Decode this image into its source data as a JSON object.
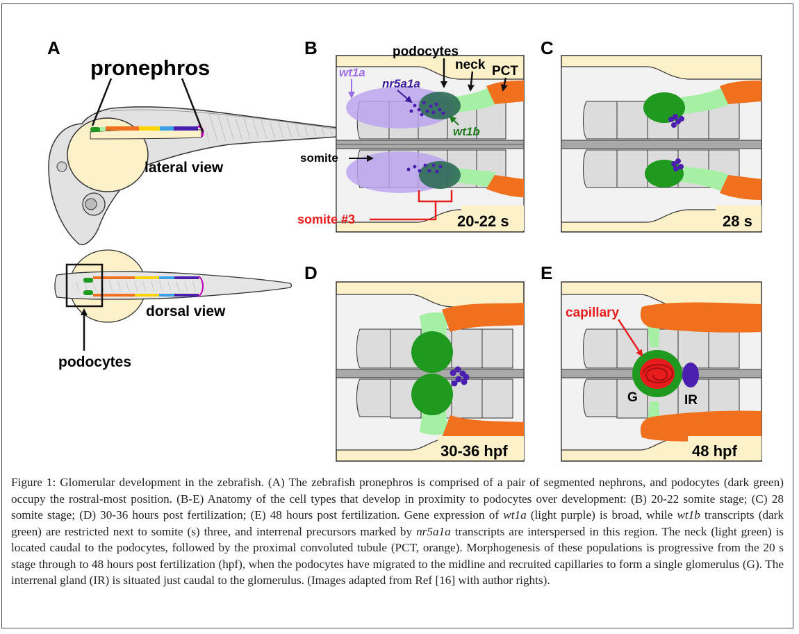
{
  "figure": {
    "panel_letters": [
      "A",
      "B",
      "C",
      "D",
      "E"
    ],
    "panel_a": {
      "pronephros_label": "pronephros",
      "lateral_view_label": "lateral view",
      "dorsal_view_label": "dorsal view",
      "podocytes_label": "podocytes"
    },
    "panel_b": {
      "podocytes": "podocytes",
      "neck": "neck",
      "pct": "PCT",
      "wt1a": "wt1a",
      "nr5a1a": "nr5a1a",
      "wt1b": "wt1b",
      "somite": "somite",
      "somite3": "somite #3",
      "stage": "20-22 s"
    },
    "panel_c": {
      "stage": "28 s"
    },
    "panel_d": {
      "stage": "30-36 hpf"
    },
    "panel_e": {
      "capillary": "capillary",
      "g": "G",
      "ir": "IR",
      "stage": "48 hpf"
    },
    "colors": {
      "light_purple": "#b9a2ee",
      "dark_green": "#1f9a1f",
      "light_green": "#a6f0a6",
      "orange": "#f0701d",
      "purple": "#4a1fb0",
      "red": "#e81c1c",
      "background": "#fdf1c9"
    }
  },
  "caption": {
    "label": "Figure 1:",
    "p1": " Glomerular development in the zebrafish. (A) The zebrafish pronephros is comprised of a pair of segmented nephrons, and podocytes (dark green) occupy the rostral-most position. (B-E) Anatomy of the cell types that develop in proximity to podocytes over development: (B) 20-22 somite stage; (C) 28 somite stage; (D) 30-36 hours post fertilization; (E) 48 hours post fertilization. Gene expression of ",
    "g1": "wt1a",
    "p2": " (light purple) is broad, while ",
    "g2": "wt1b",
    "p3": " transcripts (dark green) are restricted next to somite (s) three, and interrenal precursors marked by ",
    "g3": "nr5a1a",
    "p4": " transcripts are interspersed in this region. The neck (light green) is located caudal to the podocytes, followed by the proximal convoluted tubule (PCT, orange). Morphogenesis of these populations is progressive from the 20 s stage through to 48 hours post fertilization (hpf), when the podocytes have migrated to the midline and recruited capillaries to form a single glomerulus (G). The interrenal gland (IR) is situated just caudal to the glomerulus. (Images adapted from Ref [16] with author rights)."
  }
}
